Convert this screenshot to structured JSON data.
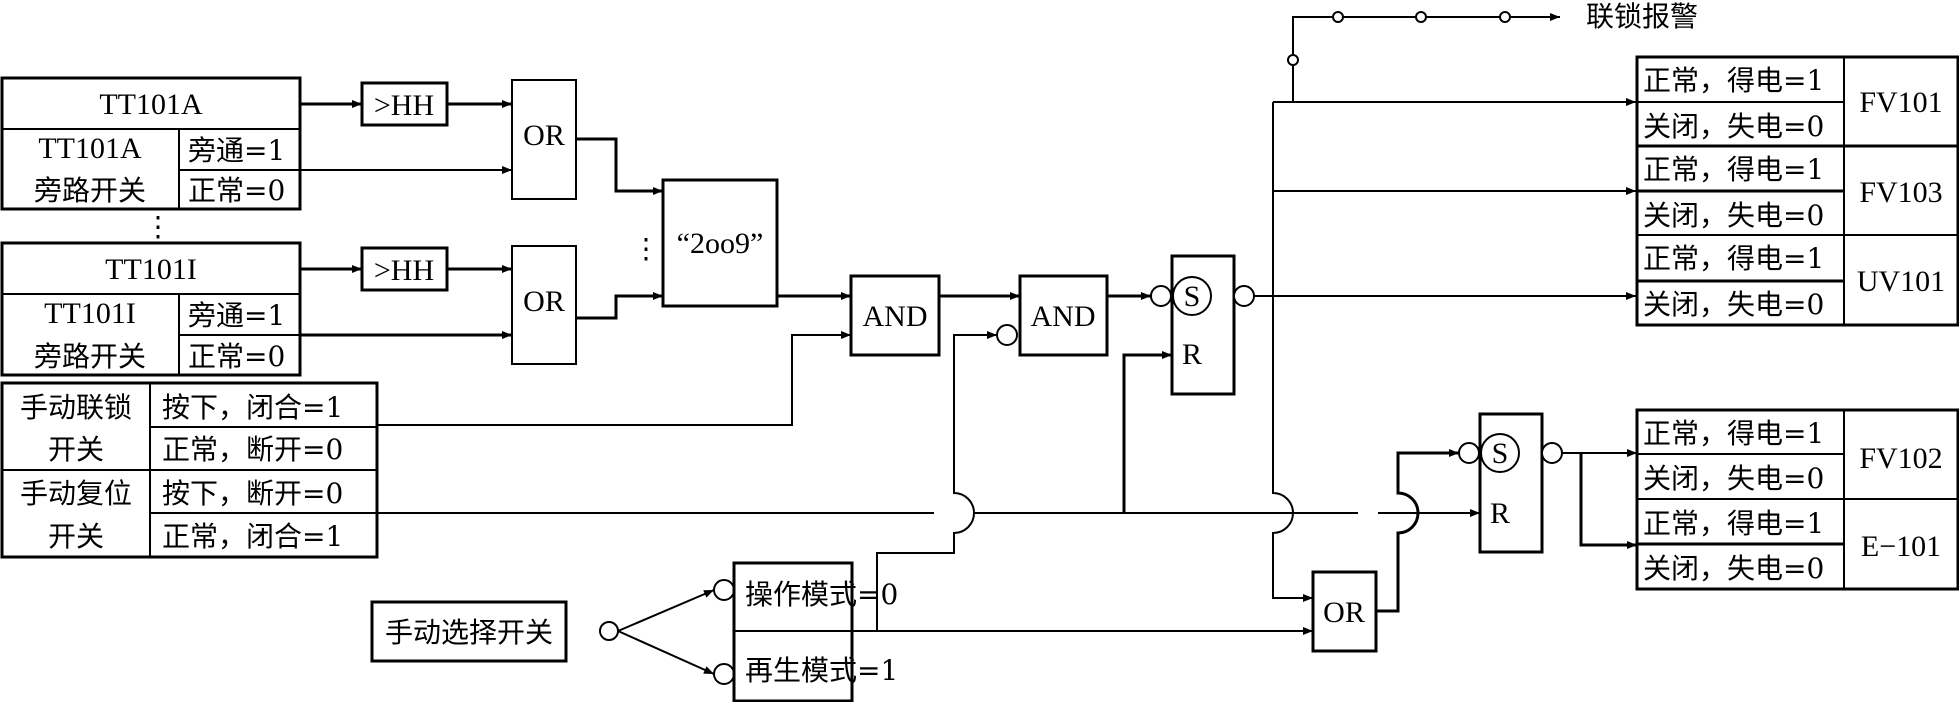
{
  "title": "Interlock logic diagram",
  "inputs": {
    "tt101a": {
      "tag": "TT101A",
      "bypass_name": "TT101A",
      "bypass_label": "旁路开关",
      "bypass_on": "旁通=1",
      "bypass_off": "正常=0"
    },
    "tt101i": {
      "tag": "TT101I",
      "bypass_name": "TT101I",
      "bypass_label": "旁路开关",
      "bypass_on": "旁通=1",
      "bypass_off": "正常=0"
    },
    "ellipsis": "⋮",
    "manual_interlock": {
      "name_line1": "手动联锁",
      "name_line2": "开关",
      "state_pressed": "按下，闭合=1",
      "state_normal": "正常，断开=0"
    },
    "manual_reset": {
      "name_line1": "手动复位",
      "name_line2": "开关",
      "state_pressed": "按下，断开=0",
      "state_normal": "正常，闭合=1"
    },
    "manual_select": {
      "name": "手动选择开关",
      "mode_operate": "操作模式=0",
      "mode_regen": "再生模式=1"
    }
  },
  "blocks": {
    "hh_a": ">HH",
    "hh_i": ">HH",
    "or_a": "OR",
    "or_i": "OR",
    "vote": "“2oo9”",
    "and1": "AND",
    "and2": "AND",
    "sr1_s": "S",
    "sr1_r": "R",
    "sr2_s": "S",
    "sr2_r": "R",
    "or3": "OR"
  },
  "alarm": "联锁报警",
  "outputs": [
    {
      "device": "FV101",
      "on": "正常，得电=1",
      "off": "关闭，失电=0"
    },
    {
      "device": "FV103",
      "on": "正常，得电=1",
      "off": "关闭，失电=0"
    },
    {
      "device": "UV101",
      "on": "正常，得电=1",
      "off": "关闭，失电=0"
    },
    {
      "device": "FV102",
      "on": "正常，得电=1",
      "off": "关闭，失电=0"
    },
    {
      "device": "E−101",
      "on": "正常，得电=1",
      "off": "关闭，失电=0"
    }
  ]
}
